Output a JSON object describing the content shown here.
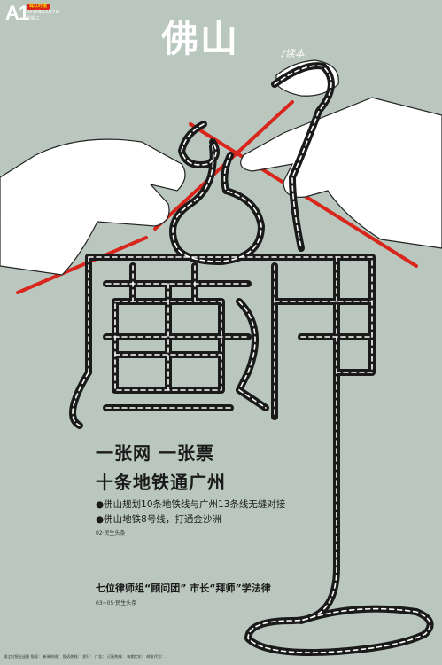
{
  "masthead": {
    "page_letter": "A1",
    "paper_name": "珠江时报",
    "date": "2019年12月7日",
    "weekday": "星期三"
  },
  "title": "佛山",
  "subtitle": "/读本",
  "headline": {
    "line1": "一张网  一张票",
    "line2": "十条地铁通广州",
    "bullets": [
      "●佛山规划10条地铁线与广州13条线无缝对接",
      "●佛山地铁8号线，打通金沙洲"
    ],
    "source1": "02·民生头条"
  },
  "second_story": {
    "headline": "七位律师组“顾问团” 市长“拜师”学法律",
    "source": "03~05·民生头条"
  },
  "footer": "珠江时报社出版 指导：  新闻热线：  投诉热线：  发行：  广告：  订阅热线：  每期定价：  邮发代号：",
  "colors": {
    "background": "#b9c7be",
    "needle": "#d9261c",
    "yarn": "#1a1a1a",
    "stitch": "#ffffff",
    "hand": "#ffffff"
  }
}
